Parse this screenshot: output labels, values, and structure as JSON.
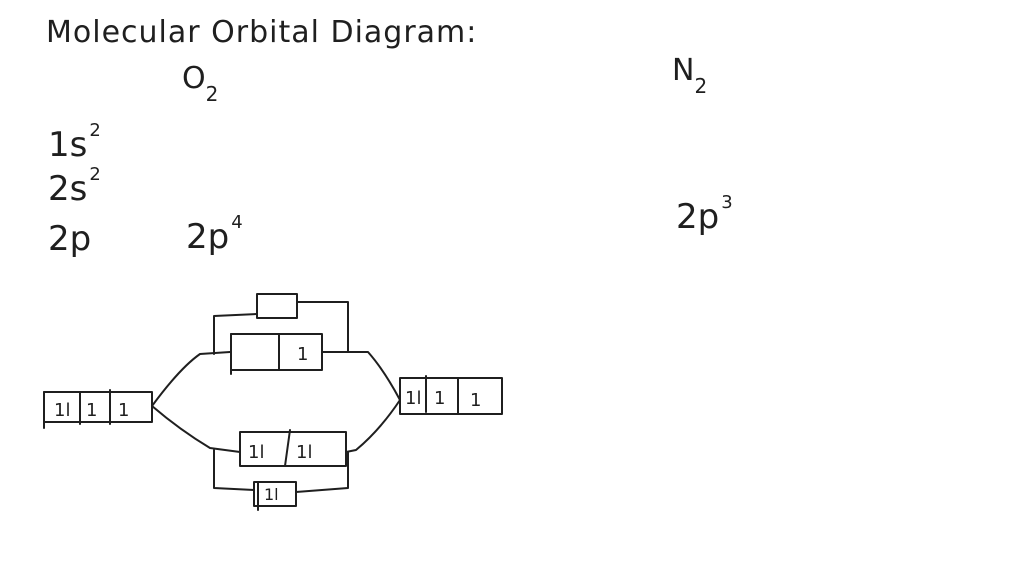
{
  "title": "Molecular Orbital Diagram:",
  "molecules": {
    "o2": {
      "base": "O",
      "sub": "2"
    },
    "n2": {
      "base": "N",
      "sub": "2"
    }
  },
  "configuration": {
    "s1": {
      "base": "1s",
      "sup": "2"
    },
    "s2": {
      "base": "2s",
      "sup": "2"
    },
    "p2": {
      "base": "2p"
    },
    "p2_oxygen": {
      "base": "2p",
      "sup": "4"
    },
    "p2_nitrogen": {
      "base": "2p",
      "sup": "3"
    }
  },
  "diagram": {
    "left_atom": [
      "1l",
      "1",
      "1"
    ],
    "right_atom": [
      "1l",
      "1",
      "1"
    ],
    "sigma_star": [
      ""
    ],
    "pi_star": [
      "",
      "1"
    ],
    "pi": [
      "1l",
      "1l"
    ],
    "sigma": [
      "1l"
    ]
  },
  "colors": {
    "ink": "#1f1f1f",
    "background": "#ffffff"
  }
}
